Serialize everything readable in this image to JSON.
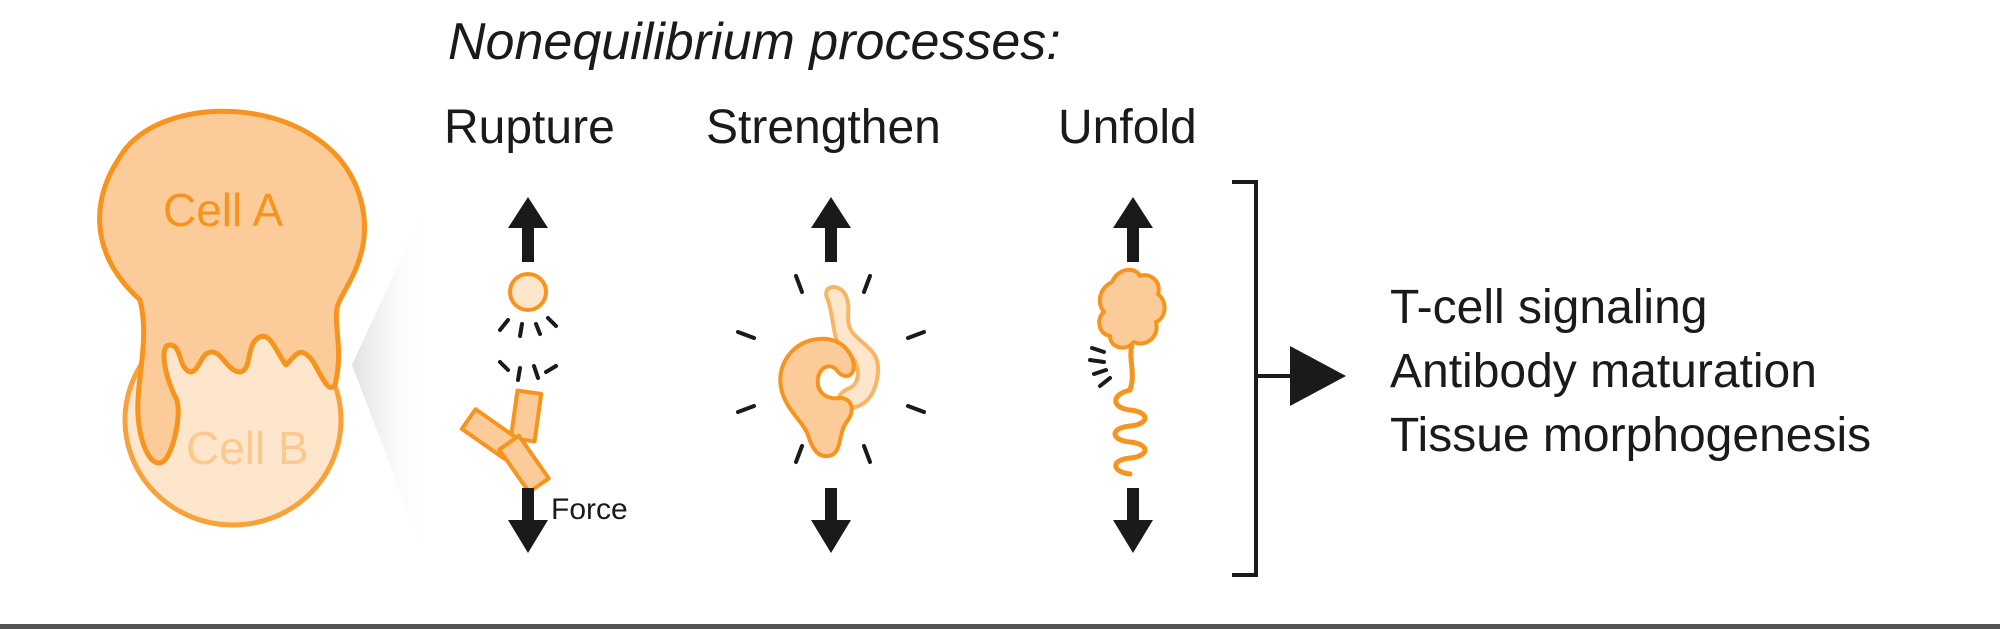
{
  "heading": "Nonequilibrium processes:",
  "cells": {
    "cell_a": "Cell A",
    "cell_b": "Cell B"
  },
  "processes": [
    {
      "label": "Rupture"
    },
    {
      "label": "Strengthen"
    },
    {
      "label": "Unfold"
    }
  ],
  "force_label": "Force",
  "outcomes": [
    "T-cell signaling",
    "Antibody maturation",
    "Tissue morphogenesis"
  ],
  "colors": {
    "orange": "#f7941d",
    "orange_fill": "#fbcb99",
    "light_fill": "#fde6cb",
    "arrow": "#1a1a1a",
    "shadow": "#e4e4e4"
  }
}
